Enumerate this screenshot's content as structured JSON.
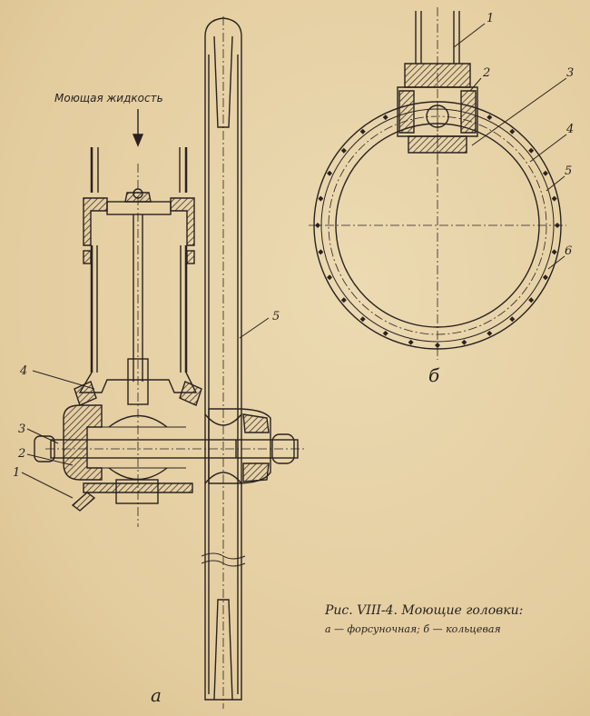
{
  "diagram": {
    "label_flow": "Моющая жидкость",
    "fig_a": {
      "letter": "a",
      "parts": [
        "1",
        "2",
        "3",
        "4",
        "5"
      ]
    },
    "fig_b": {
      "letter": "б",
      "parts": [
        "1",
        "2",
        "3",
        "4",
        "5",
        "6"
      ]
    },
    "caption": {
      "title": "Рис. VIII-4. Моющие головки:",
      "sub": "а — форсуночная;  б — кольцевая"
    },
    "colors": {
      "paper": "#e7d3a9",
      "ink": "#2a2220",
      "hatch": "#3b302a"
    }
  }
}
